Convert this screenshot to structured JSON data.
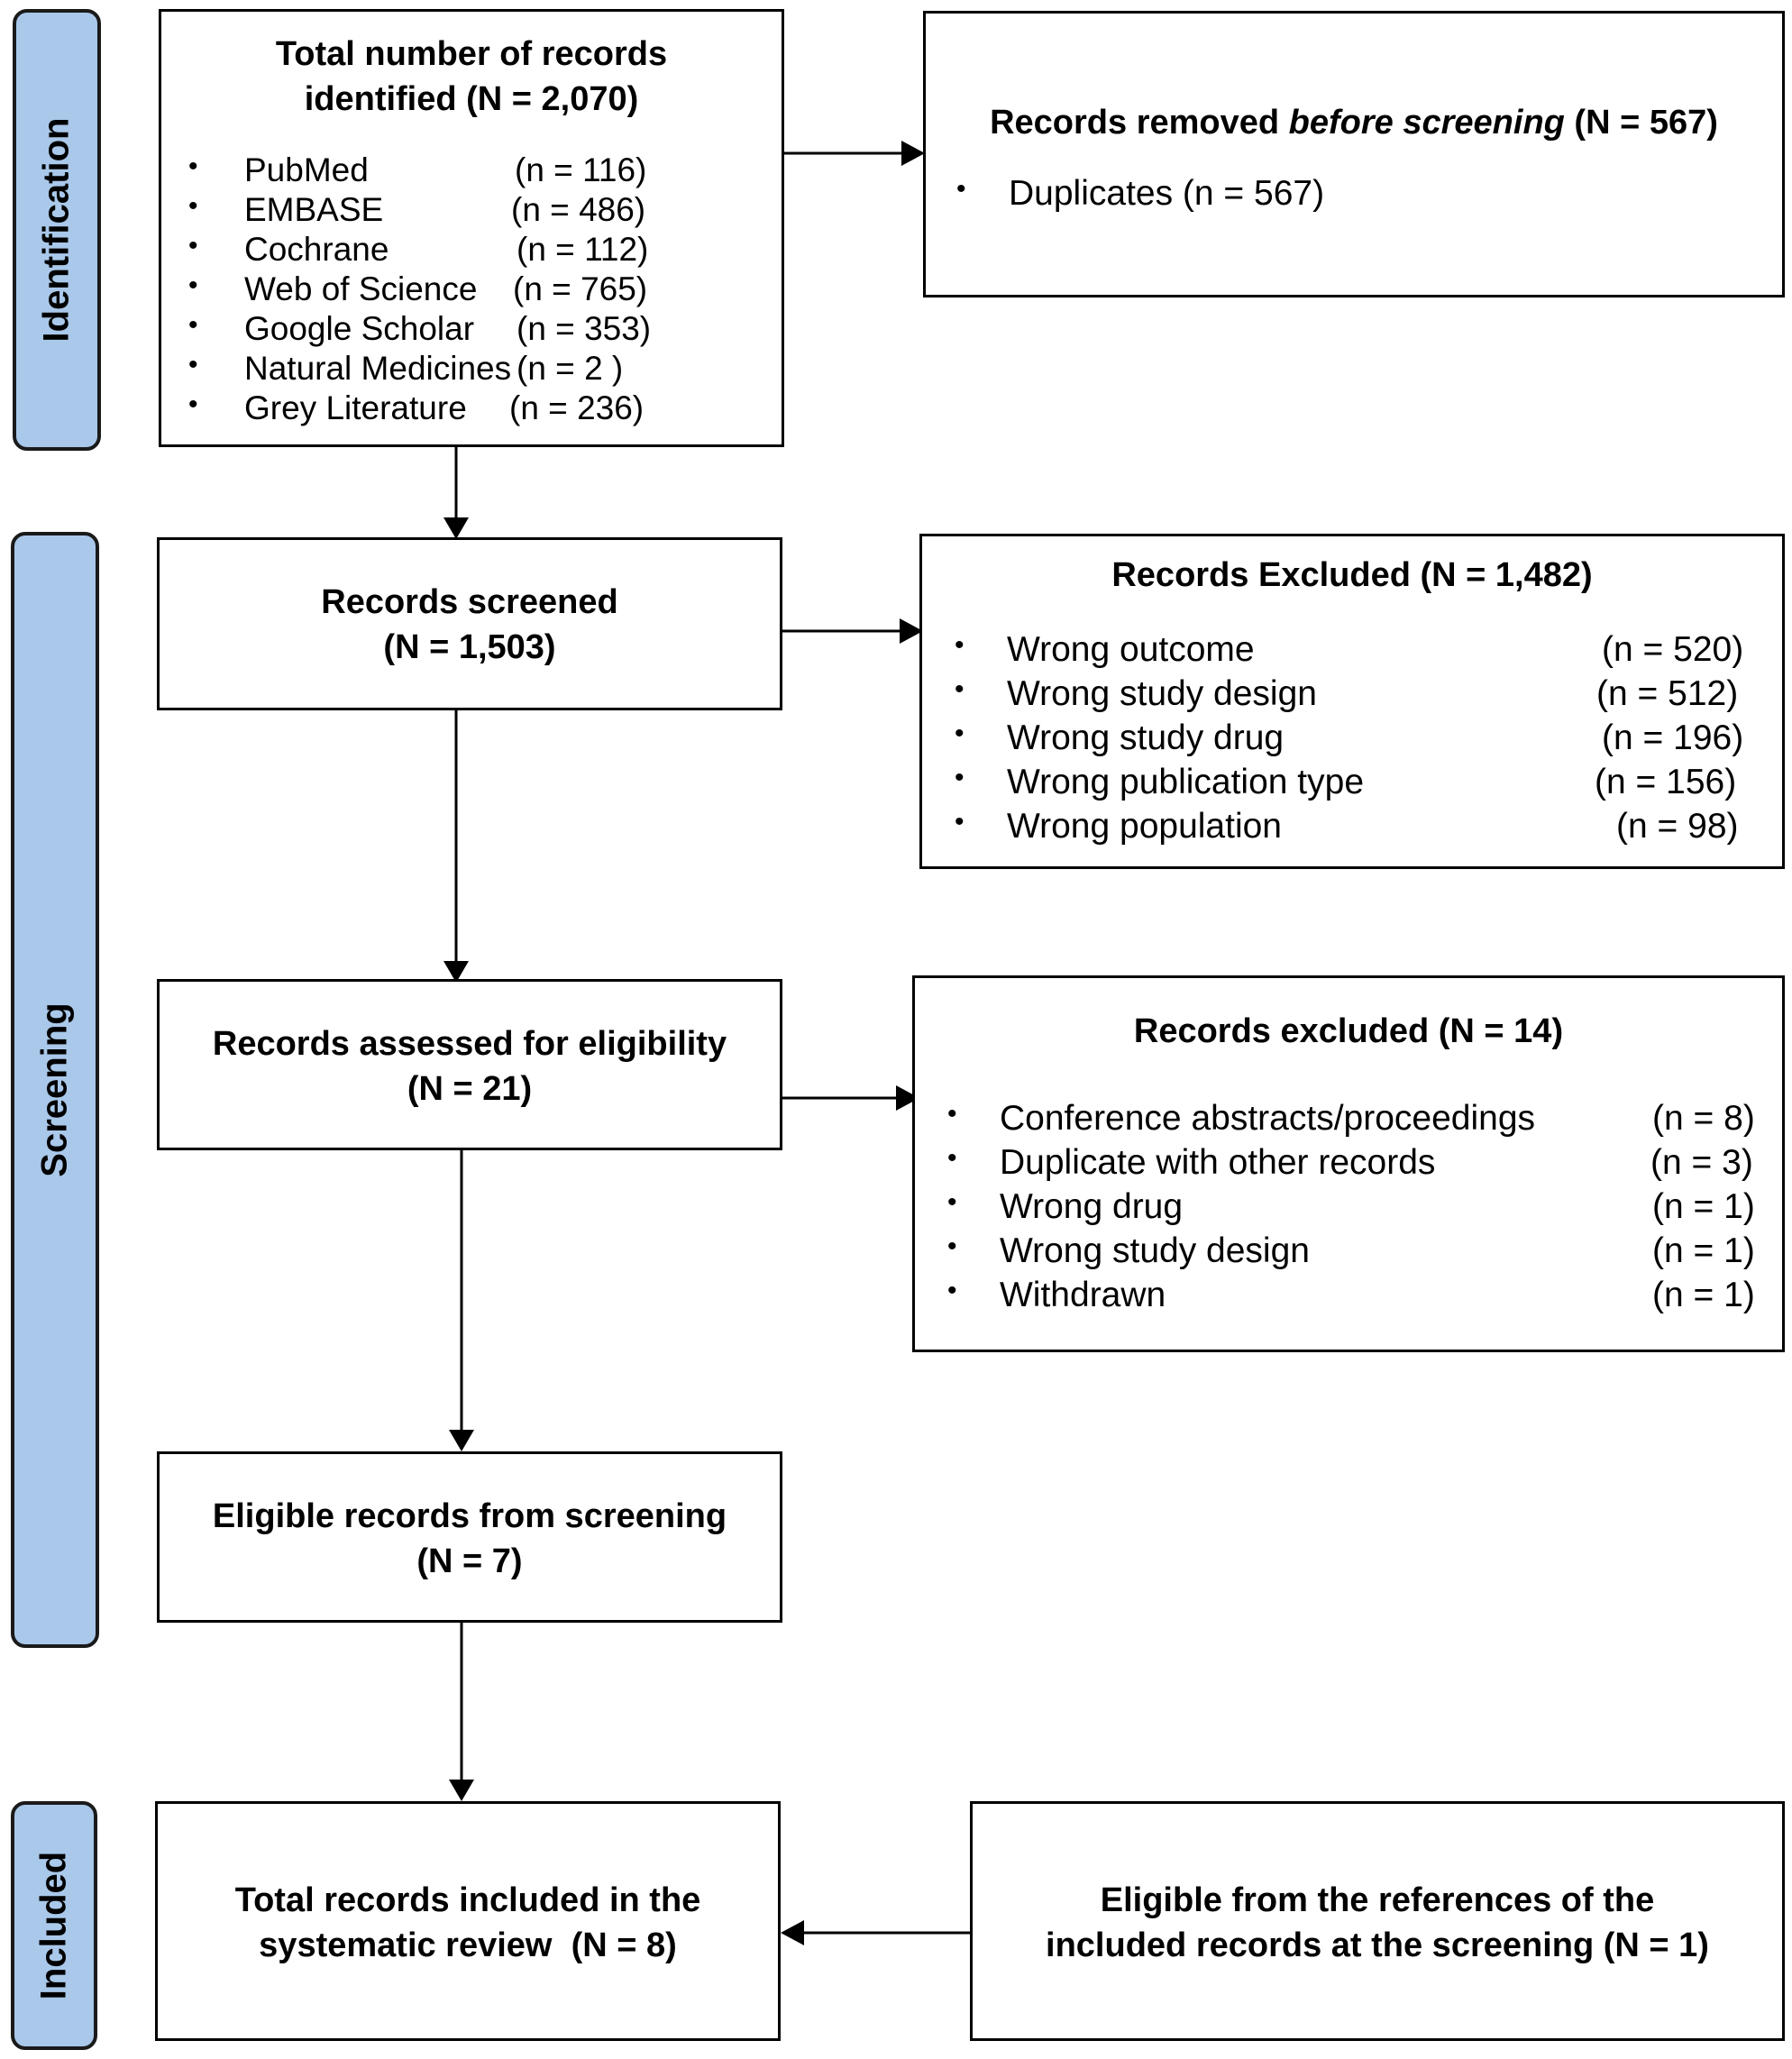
{
  "phases": {
    "identification": "Identification",
    "screening": "Screening",
    "included": "Included"
  },
  "identified": {
    "title_line1": "Total number of records",
    "title_line2": "identified (N = 2,070)",
    "sources": [
      {
        "name": "PubMed",
        "count": "(n = 116)"
      },
      {
        "name": "EMBASE",
        "count": "(n = 486)"
      },
      {
        "name": "Cochrane",
        "count": "(n = 112)"
      },
      {
        "name": "Web of Science",
        "count": "(n = 765)"
      },
      {
        "name": "Google Scholar",
        "count": "(n = 353)"
      },
      {
        "name": "Natural Medicines",
        "count": "(n = 2 )"
      },
      {
        "name": "Grey Literature",
        "count": "(n = 236)"
      }
    ]
  },
  "removed": {
    "title_prefix": "Records removed ",
    "title_italic": "before screening",
    "title_suffix": " (N = 567)",
    "items": [
      {
        "name": "Duplicates (n = 567)"
      }
    ]
  },
  "screened": {
    "title_line1": "Records screened",
    "title_line2": "(N = 1,503)"
  },
  "excluded_screening": {
    "title": "Records Excluded (N = 1,482)",
    "items": [
      {
        "name": "Wrong outcome",
        "count": "(n = 520)"
      },
      {
        "name": "Wrong study design",
        "count": "(n = 512)"
      },
      {
        "name": "Wrong study drug",
        "count": "(n = 196)"
      },
      {
        "name": "Wrong publication type",
        "count": "(n = 156)"
      },
      {
        "name": "Wrong population",
        "count": "(n = 98)"
      }
    ]
  },
  "assessed": {
    "title_line1": "Records assessed for eligibility",
    "title_line2": "(N = 21)"
  },
  "excluded_eligibility": {
    "title": "Records excluded (N = 14)",
    "items": [
      {
        "name": "Conference abstracts/proceedings",
        "count": "(n = 8)"
      },
      {
        "name": "Duplicate with other records",
        "count": "(n = 3)"
      },
      {
        "name": "Wrong drug",
        "count": "(n = 1)"
      },
      {
        "name": "Wrong study design",
        "count": "(n = 1)"
      },
      {
        "name": "Withdrawn",
        "count": "(n = 1)"
      }
    ]
  },
  "eligible": {
    "title_line1": "Eligible records from screening",
    "title_line2": "(N = 7)"
  },
  "included": {
    "title_line1": "Total records included in the",
    "title_line2": "systematic review  (N = 8)"
  },
  "references": {
    "title_line1": "Eligible from the references of the",
    "title_line2": "included records at the screening (N = 1)"
  },
  "bullet_glyph": "•"
}
